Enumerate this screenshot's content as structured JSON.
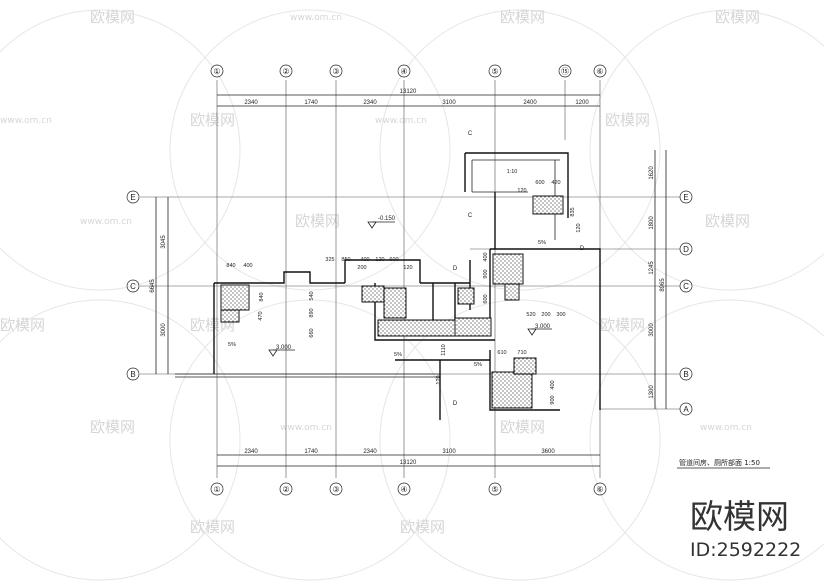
{
  "drawing": {
    "title": "管道间房、厕所部面 1:50",
    "axes_top": [
      "①",
      "②",
      "③",
      "④",
      "⑤",
      "⑮",
      "⑥"
    ],
    "axes_bottom": [
      "①",
      "②",
      "③",
      "④",
      "⑤",
      "⑥"
    ],
    "axes_left": [
      "E",
      "C",
      "B"
    ],
    "axes_right": [
      "E",
      "D",
      "C",
      "B",
      "A"
    ],
    "dims_top_total": "13120",
    "dims_top": [
      "2340",
      "1740",
      "2340",
      "3100",
      "2400",
      "1200"
    ],
    "dims_bottom_total": "13120",
    "dims_bottom": [
      "2340",
      "1740",
      "2340",
      "3100",
      "3600"
    ],
    "dims_left": [
      "3045",
      "6645",
      "3000"
    ],
    "dims_right": [
      "1620",
      "1800",
      "1245",
      "8965",
      "3000",
      "1300"
    ],
    "elevations": [
      "-0.150",
      "3.000",
      "3.000"
    ],
    "inner_dims": [
      "840",
      "400",
      "840",
      "470",
      "325",
      "850",
      "400",
      "120",
      "600",
      "200",
      "120",
      "540",
      "890",
      "660",
      "520",
      "200",
      "300",
      "600",
      "900",
      "400",
      "610",
      "710",
      "400",
      "900",
      "1:10",
      "600",
      "420",
      "120",
      "835",
      "120",
      "1110",
      "120",
      "5%",
      "5%",
      "5%",
      "5%",
      "D",
      "D",
      "D",
      "C",
      "C"
    ]
  },
  "watermark": {
    "brand": "欧模网",
    "url": "www.om.cn",
    "id_label": "ID:2592222"
  }
}
